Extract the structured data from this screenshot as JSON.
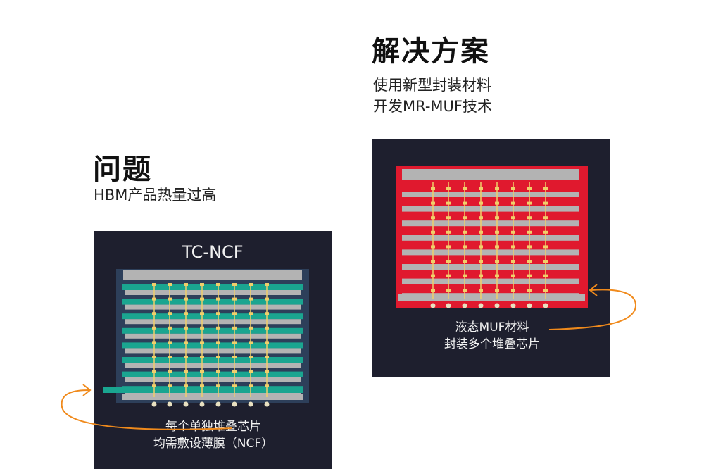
{
  "solution": {
    "title": "解决方案",
    "line1": "使用新型封装材料",
    "line2": "开发MR-MUF技术"
  },
  "problem": {
    "title": "问题",
    "subtitle": "HBM产品热量过高"
  },
  "left_panel": {
    "label": "TC-NCF",
    "caption1": "每个单独堆叠芯片",
    "caption2": "均需敷设薄膜（NCF）"
  },
  "right_panel": {
    "caption1": "液态MUF材料",
    "caption2": "封装多个堆叠芯片"
  },
  "colors": {
    "panel_bg": "#1e1f2e",
    "ncf_teal": "#1aa590",
    "muf_red": "#e0192e",
    "die_gray": "#b3b3b3",
    "arrow_orange": "#f08a1c",
    "tsv_yellow": "#f0cf6a"
  }
}
